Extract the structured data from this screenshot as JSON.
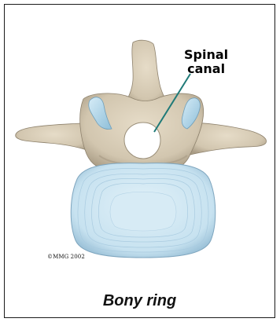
{
  "figure": {
    "callout": {
      "line1": "Spinal",
      "line2": "canal"
    },
    "copyright": "©MMG 2002",
    "caption": "Bony ring"
  },
  "colors": {
    "bone": "#d8cdb8",
    "bone_shadow": "#a69a84",
    "disc": "#cfe6f2",
    "disc_ring": "#a9cbe0",
    "facet": "#b8dcef",
    "leader_line": "#1f7a78"
  }
}
